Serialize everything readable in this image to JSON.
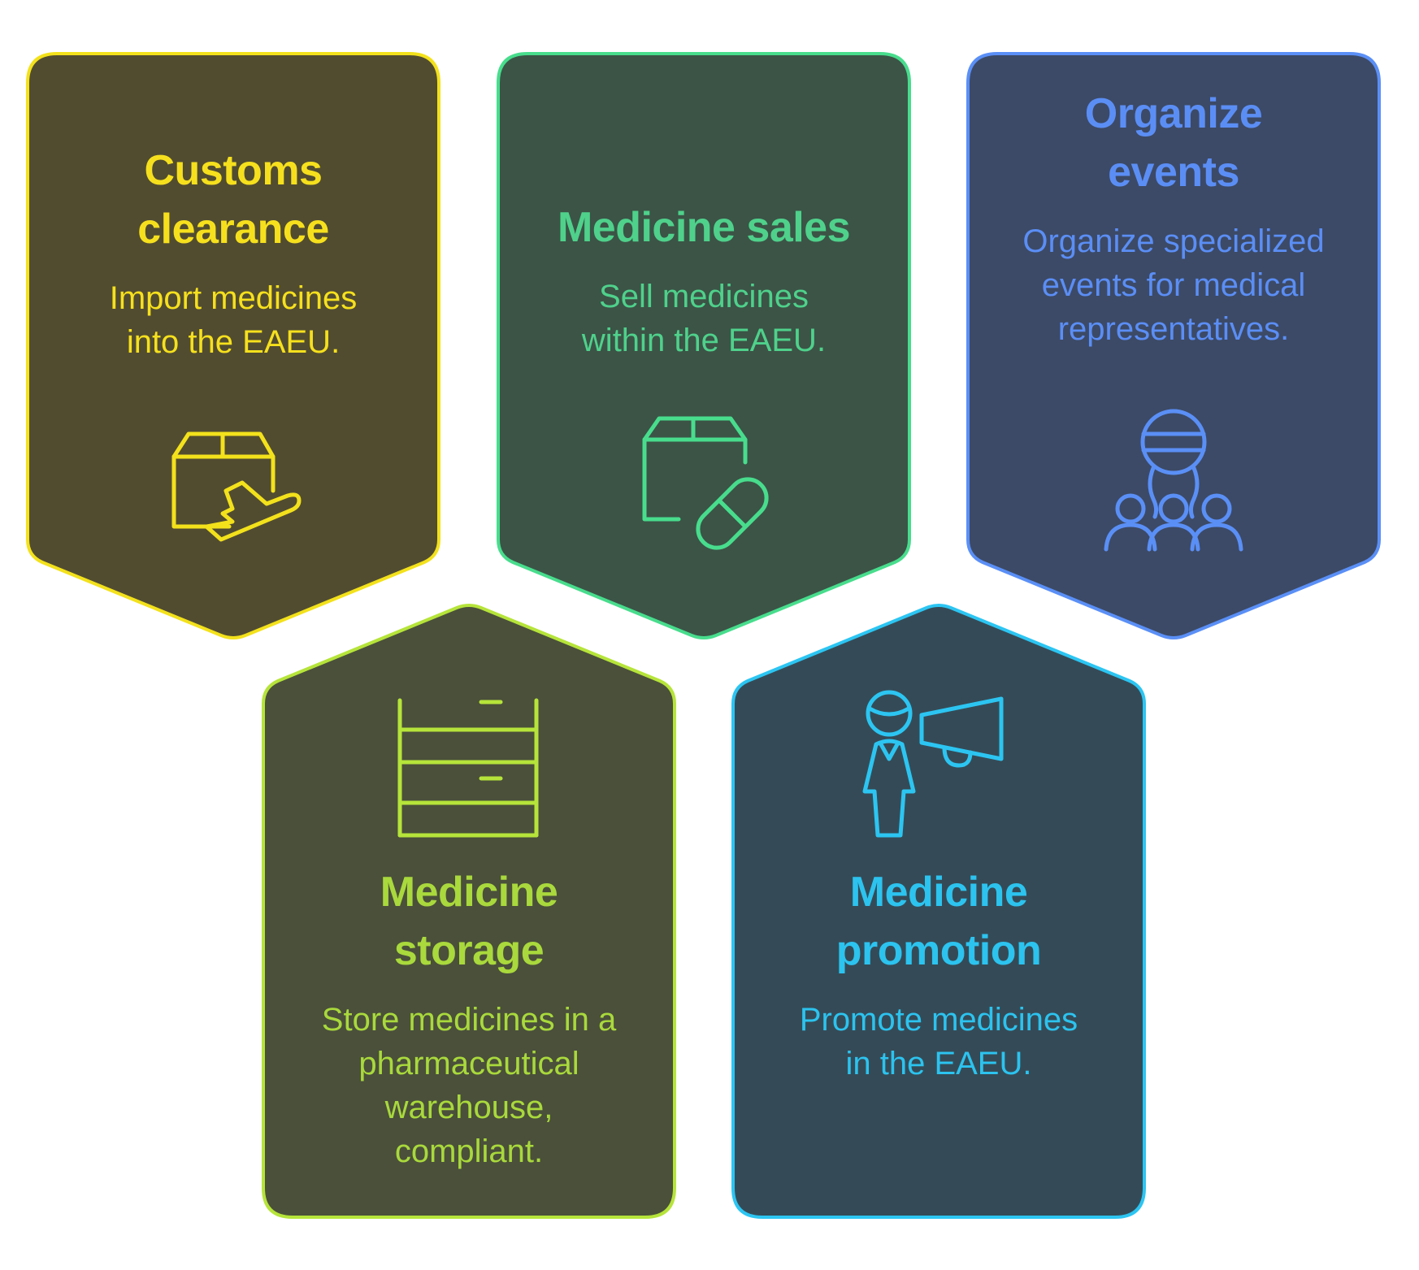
{
  "cards": [
    {
      "id": "customs",
      "title_line1": "Customs",
      "title_line2": "clearance",
      "desc_line1": "Import medicines",
      "desc_line2": "into the EAEU.",
      "icon": "box-airplane-icon",
      "border_color": "#f3e11c",
      "fill_color": "#514c30",
      "text_color": "#f6e01d"
    },
    {
      "id": "sales",
      "title_line1": "Medicine sales",
      "desc_line1": "Sell medicines",
      "desc_line2": "within the EAEU.",
      "icon": "box-pill-icon",
      "border_color": "#48dd8d",
      "fill_color": "#3b5446",
      "text_color": "#4fd18b"
    },
    {
      "id": "events",
      "title_line1": "Organize",
      "title_line2": "events",
      "desc_line1": "Organize specialized",
      "desc_line2": "events for medical",
      "desc_line3": "representatives.",
      "icon": "presenter-audience-icon",
      "border_color": "#5a8ff6",
      "fill_color": "#3c4a67",
      "text_color": "#5b8ef5"
    },
    {
      "id": "storage",
      "title_line1": "Medicine",
      "title_line2": "storage",
      "desc_line1": "Store medicines in a",
      "desc_line2": "pharmaceutical",
      "desc_line3": "warehouse,",
      "desc_line4": "compliant.",
      "icon": "shelf-cabinet-icon",
      "border_color": "#b6e43a",
      "fill_color": "#4a503a",
      "text_color": "#a9d93c"
    },
    {
      "id": "promotion",
      "title_line1": "Medicine",
      "title_line2": "promotion",
      "desc_line1": "Promote medicines",
      "desc_line2": "in the EAEU.",
      "icon": "person-megaphone-icon",
      "border_color": "#2cc5f2",
      "fill_color": "#344b57",
      "text_color": "#2cc3ef"
    }
  ]
}
